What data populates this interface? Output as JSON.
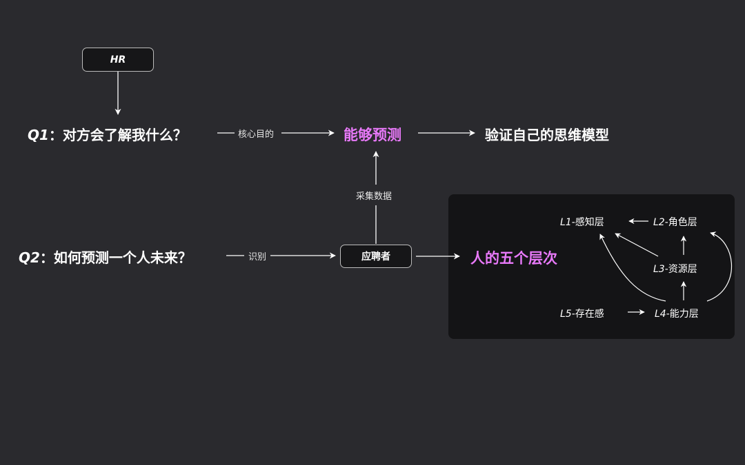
{
  "hr_node": {
    "label": "HR"
  },
  "q1": {
    "id": "Q1",
    "text": "：对方会了解我什么？"
  },
  "q2": {
    "id": "Q2",
    "text": "：如何预测一个人未来？"
  },
  "edges": {
    "core_purpose": "核心目的",
    "identify": "识别",
    "collect_data": "采集数据"
  },
  "predict_node": "能够预测",
  "verify_node": "验证自己的思维模型",
  "applicant_node": {
    "label": "应聘者"
  },
  "five_levels_node": "人的五个层次",
  "levels": {
    "l1": {
      "id": "L1",
      "text": "-感知层"
    },
    "l2": {
      "id": "L2",
      "text": "-角色层"
    },
    "l3": {
      "id": "L3",
      "text": "-资源层"
    },
    "l4": {
      "id": "L4",
      "text": "-能力层"
    },
    "l5": {
      "id": "L5",
      "text": "-存在感"
    }
  },
  "colors": {
    "accent_pink": "#e879f9",
    "background": "#2a2a2e",
    "panel": "#141416"
  }
}
